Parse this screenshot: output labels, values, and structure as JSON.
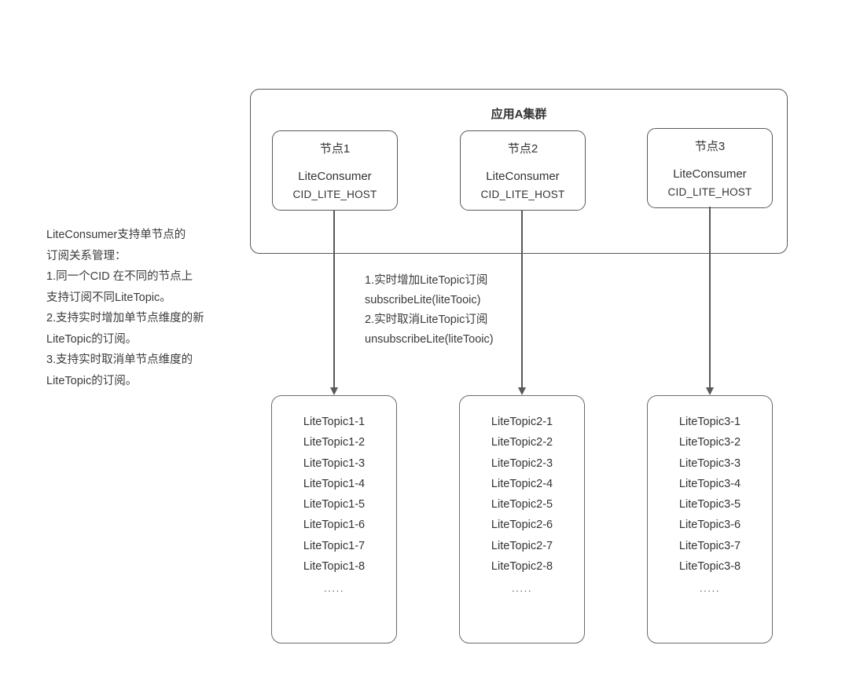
{
  "diagram": {
    "left_note": {
      "text": "LiteConsumer支持单节点的\n订阅关系管理：\n1.同一个CID 在不同的节点上\n支持订阅不同LiteTopic。\n2.支持实时增加单节点维度的新\nLiteTopic的订阅。\n3.支持实时取消单节点维度的\nLiteTopic的订阅。"
    },
    "cluster": {
      "title": "应用A集群",
      "nodes": [
        {
          "title": "节点1",
          "role": "LiteConsumer",
          "cid": "CID_LITE_HOST"
        },
        {
          "title": "节点2",
          "role": "LiteConsumer",
          "cid": "CID_LITE_HOST"
        },
        {
          "title": "节点3",
          "role": "LiteConsumer",
          "cid": "CID_LITE_HOST"
        }
      ]
    },
    "middle_note": {
      "text": "1.实时增加LiteTopic订阅\nsubscribeLite(liteTooic)\n2.实时取消LiteTopic订阅\nunsubscribeLite(liteTooic)"
    },
    "topic_groups": [
      {
        "items": [
          "LiteTopic1-1",
          "LiteTopic1-2",
          "LiteTopic1-3",
          "LiteTopic1-4",
          "LiteTopic1-5",
          "LiteTopic1-6",
          "LiteTopic1-7",
          "LiteTopic1-8"
        ],
        "ellipsis": "....."
      },
      {
        "items": [
          "LiteTopic2-1",
          "LiteTopic2-2",
          "LiteTopic2-3",
          "LiteTopic2-4",
          "LiteTopic2-5",
          "LiteTopic2-6",
          "LiteTopic2-7",
          "LiteTopic2-8"
        ],
        "ellipsis": "....."
      },
      {
        "items": [
          "LiteTopic3-1",
          "LiteTopic3-2",
          "LiteTopic3-3",
          "LiteTopic3-4",
          "LiteTopic3-5",
          "LiteTopic3-6",
          "LiteTopic3-7",
          "LiteTopic3-8"
        ],
        "ellipsis": "....."
      }
    ],
    "colors": {
      "background": "#ffffff",
      "stroke": "#595959",
      "topic_stroke": "#6b6b6b",
      "text": "#333333"
    }
  }
}
